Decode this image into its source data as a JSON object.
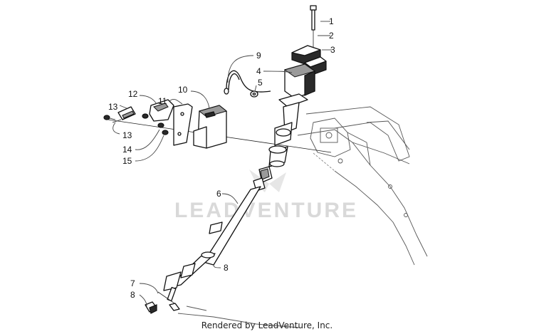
{
  "watermark": "LEADVENTURE",
  "footer": "Rendered by LeadVenture, Inc.",
  "callouts": {
    "c1": "1",
    "c2": "2",
    "c3": "3",
    "c4": "4",
    "c5": "5",
    "c6": "6",
    "c7": "7",
    "c8a": "8",
    "c8b": "8",
    "c9": "9",
    "c10": "10",
    "c11": "11",
    "c12": "12",
    "c13a": "13",
    "c13b": "13",
    "c14": "14",
    "c15": "15"
  }
}
